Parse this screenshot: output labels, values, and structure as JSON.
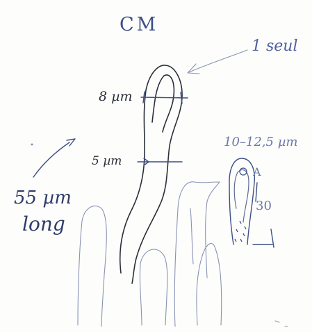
{
  "title": "CM",
  "annotations": {
    "single": "1 seul",
    "width_top": "8 µm",
    "width_mid": "5 µm",
    "length_line1": "55 µm",
    "length_line2": "long",
    "club_width": "10–12,5 µm",
    "club_mark": "A",
    "club_length": "30"
  },
  "ink_colors": {
    "black": "#2a2f3a",
    "blue": "#3c4f86",
    "faint": "#8893b3"
  }
}
